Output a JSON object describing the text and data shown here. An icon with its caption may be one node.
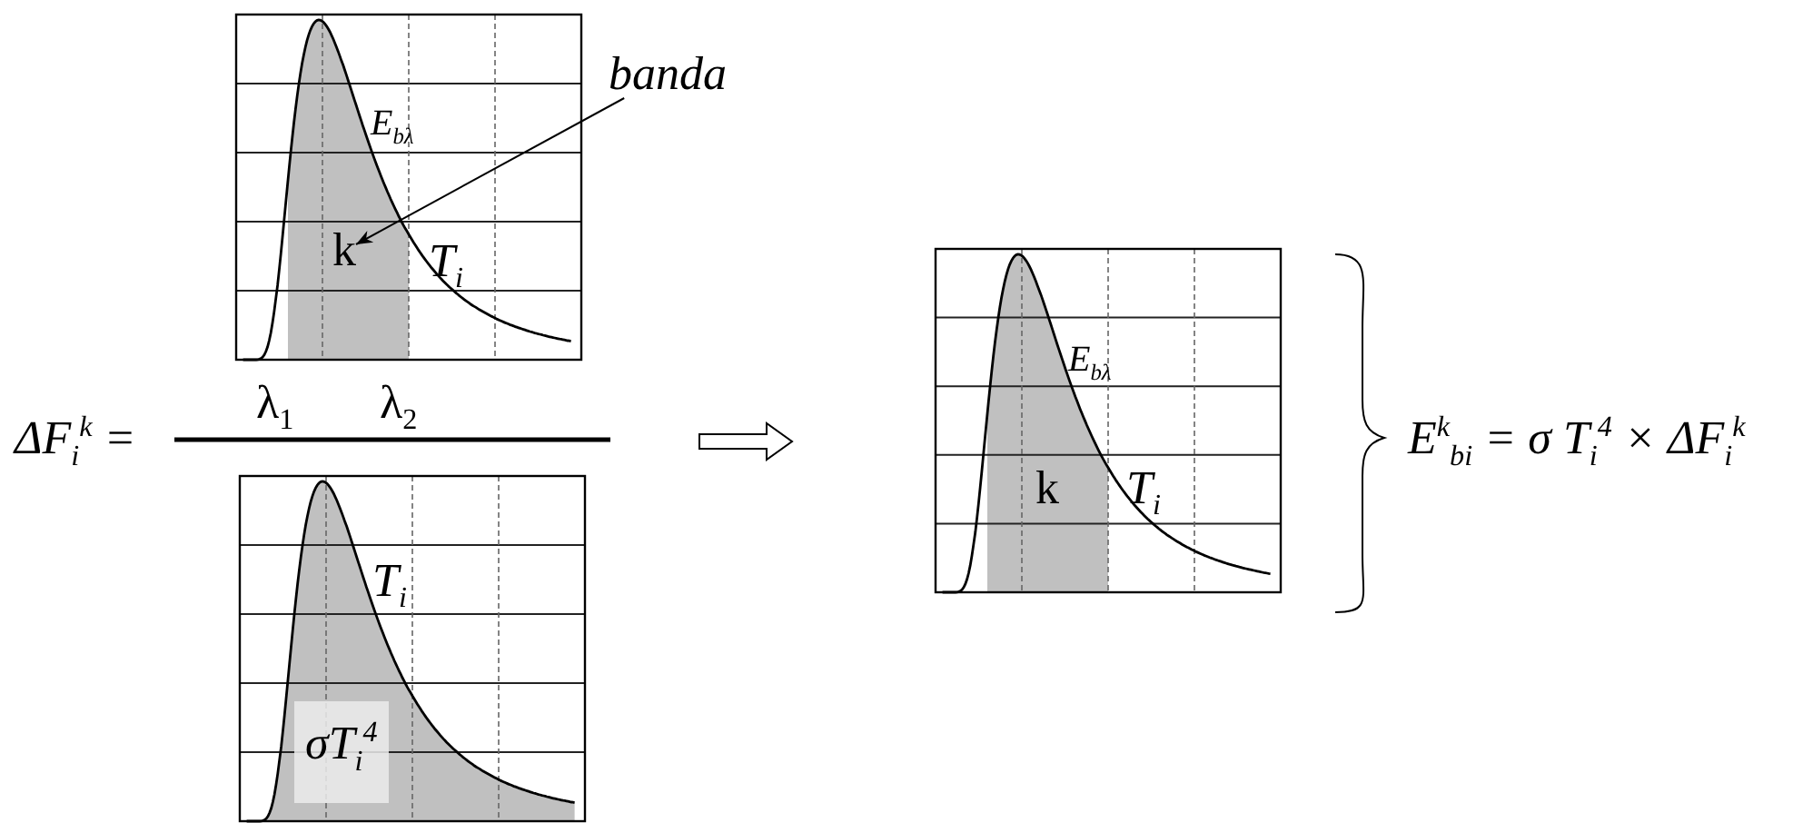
{
  "diagram": {
    "nodes": [
      {
        "text": [
          "banda"
        ]
      },
      {
        "text": [
          "k"
        ]
      }
    ],
    "edges": [
      {
        "from": 0,
        "to": 1,
        "arrow": "to"
      }
    ],
    "labels": [
      "E$_{bλ}$",
      "T$_{i}$",
      "λ$_{1}$",
      "λ$_{2}$",
      "ΔF$_{i}$$^{k}$ =",
      "T$_{i}$",
      "σT$_{i}$$^{4}$",
      "E$_{bλ}$",
      "k",
      "T$_{i}$",
      "E$^{k}$$_{bi}$ = σ T$_{i}$$^{4}$ × ΔF$_{i}$$^{k}$"
    ]
  }
}
